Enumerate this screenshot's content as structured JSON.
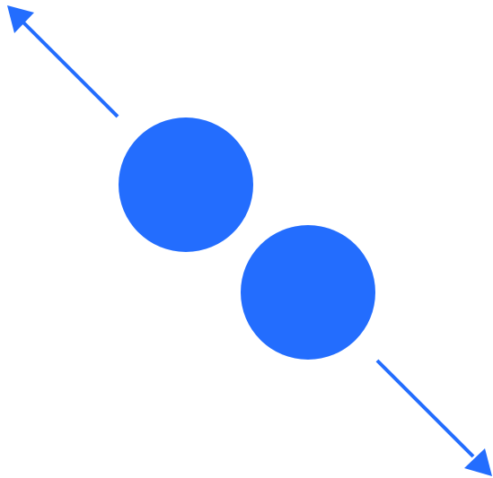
{
  "diagram": {
    "shape": "diagonal-separation-icon",
    "accent_color": "#236dfe",
    "background_color": "#ffffff",
    "items": [
      {
        "name": "upper-left-circle"
      },
      {
        "name": "lower-right-circle"
      }
    ],
    "arrows": [
      {
        "name": "upper-left-arrow",
        "direction": "up-left"
      },
      {
        "name": "lower-right-arrow",
        "direction": "down-right"
      }
    ]
  }
}
